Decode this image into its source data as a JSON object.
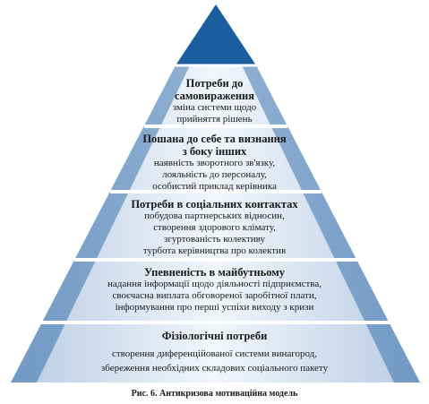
{
  "levels": [
    {
      "title": "Потреби до\nсамовираження",
      "text": "зміна системи щодо\nприйняття рішень"
    },
    {
      "title": "Пошана до себе та визнання\nз боку інших",
      "text": "наявність зворотного зв'язку,\nлояльність до персоналу,\nособистий приклад керівника"
    },
    {
      "title": "Потреби в соціальних контактах",
      "text": "побудова партнерських відносин,\nстворення здорового клімату,\nзгуртованість колективу\nтурбота  керівництва про колектив"
    },
    {
      "title": "Упевненість в майбутньому",
      "text": "надання інформації щодо діяльності підприємства,\nсвоєчасна виплата обговореної заробітної плати,\nінформування про перші  успіхи виходу з кризи"
    },
    {
      "title": "Фізіологічні потреби",
      "text": "створення диференційованої системи винагород,\nзбереження необхідних  складових соціального пакету"
    }
  ],
  "caption": "Рис. 6. Антикризова мотиваційна модель",
  "colors": {
    "fill": "#1b5ea0",
    "fill_light": "#d9e4f2",
    "divider": "#ffffff"
  }
}
